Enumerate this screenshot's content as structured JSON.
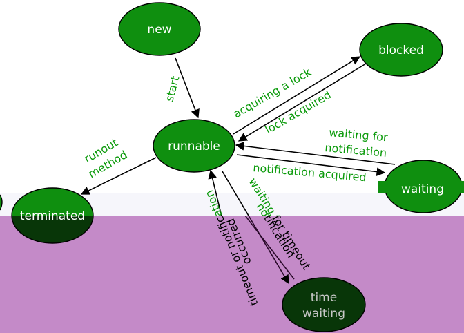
{
  "colors": {
    "state_fill": "#0f8f0f",
    "state_fill_dark": "#083608",
    "edge_text": "#0a9a0a",
    "arrow": "#000000",
    "overlay_light": "#f6f6fb",
    "overlay_purple": "#c48ac8"
  },
  "states": {
    "new": "new",
    "blocked": "blocked",
    "runnable": "runnable",
    "waiting": "waiting",
    "terminated": "terminated",
    "time_waiting_line1": "time",
    "time_waiting_line2": "waiting"
  },
  "transitions": {
    "start": "start",
    "acquiring_a_lock": "acquiring a lock",
    "lock_acquired": "lock acquired",
    "runout_line1": "runout",
    "runout_line2": "method",
    "waiting_for_notification_line1": "waiting for",
    "waiting_for_notification_line2": "notification",
    "notification_acquired": "notification acquired",
    "waiting_for_timeout_line1": "waiting for timeout",
    "waiting_for_timeout_line2": "notification",
    "timeout_line1": "timeout or notification",
    "timeout_line2": "occurred"
  }
}
